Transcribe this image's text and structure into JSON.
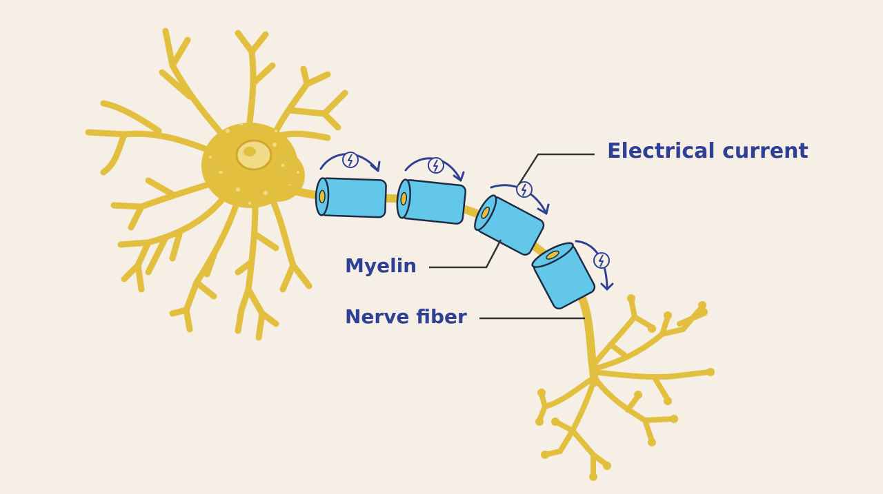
{
  "labels": {
    "electrical_current": "Electrical current",
    "myelin": "Myelin",
    "nerve_fiber": "Nerve fiber"
  },
  "colors": {
    "background": "#f6efe6",
    "neuron": "#e2bf3e",
    "neuron_highlight": "#f1db86",
    "myelin_fill": "#63c7ea",
    "myelin_stroke": "#1e2b44",
    "label_text": "#2e3f94",
    "current_arrow": "#2e3f94",
    "leader_line": "#333333"
  },
  "icons": {
    "current": "lightning-bolt-icon"
  },
  "myelin_segment_count": 4,
  "current_arrow_count": 4
}
